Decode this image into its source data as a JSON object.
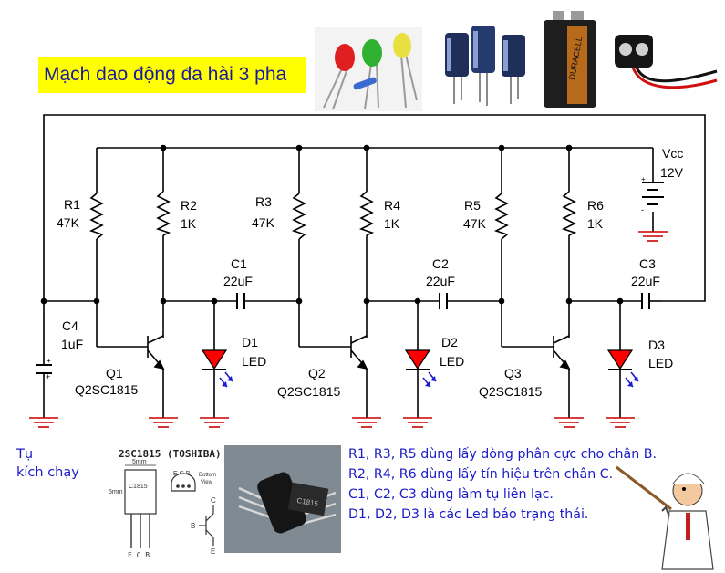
{
  "title": "Mạch dao động đa hài 3 pha",
  "power": {
    "label": "Vcc",
    "voltage": "12V"
  },
  "resistors": [
    {
      "name": "R1",
      "value": "47K"
    },
    {
      "name": "R2",
      "value": "1K"
    },
    {
      "name": "R3",
      "value": "47K"
    },
    {
      "name": "R4",
      "value": "1K"
    },
    {
      "name": "R5",
      "value": "47K"
    },
    {
      "name": "R6",
      "value": "1K"
    }
  ],
  "capacitors": [
    {
      "name": "C1",
      "value": "22uF"
    },
    {
      "name": "C2",
      "value": "22uF"
    },
    {
      "name": "C3",
      "value": "22uF"
    },
    {
      "name": "C4",
      "value": "1uF"
    }
  ],
  "transistors": [
    {
      "name": "Q1",
      "part": "Q2SC1815"
    },
    {
      "name": "Q2",
      "part": "Q2SC1815"
    },
    {
      "name": "Q3",
      "part": "Q2SC1815"
    }
  ],
  "leds": [
    {
      "name": "D1",
      "type": "LED"
    },
    {
      "name": "D2",
      "type": "LED"
    },
    {
      "name": "D3",
      "type": "LED"
    }
  ],
  "starter_note": [
    "Tụ",
    "kích chạy"
  ],
  "pinout": {
    "title": "2SC1815 (TOSHIBA)",
    "dim": "5mm",
    "body_label": "C1815",
    "pins": "E C B",
    "bottom_view": [
      "Bottom",
      "View"
    ],
    "symbol_pins": [
      "C",
      "B",
      "E"
    ]
  },
  "photo_label": "C1815",
  "notes": [
    "R1, R3, R5 dùng lấy dòng phân cực cho chân B.",
    "R2, R4, R6 dùng lấy tín hiệu trên chân C.",
    "C1, C2, C3 dùng làm tụ liên lạc.",
    "D1, D2, D3 là các Led báo trạng thái."
  ],
  "colors": {
    "wire": "#000000",
    "led": "#ff0000",
    "ground": "#cc0000",
    "label_text": "#000000",
    "note_text": "#1a1ac8",
    "title_bg": "#ffff00",
    "title_text": "#1a1aa0"
  }
}
